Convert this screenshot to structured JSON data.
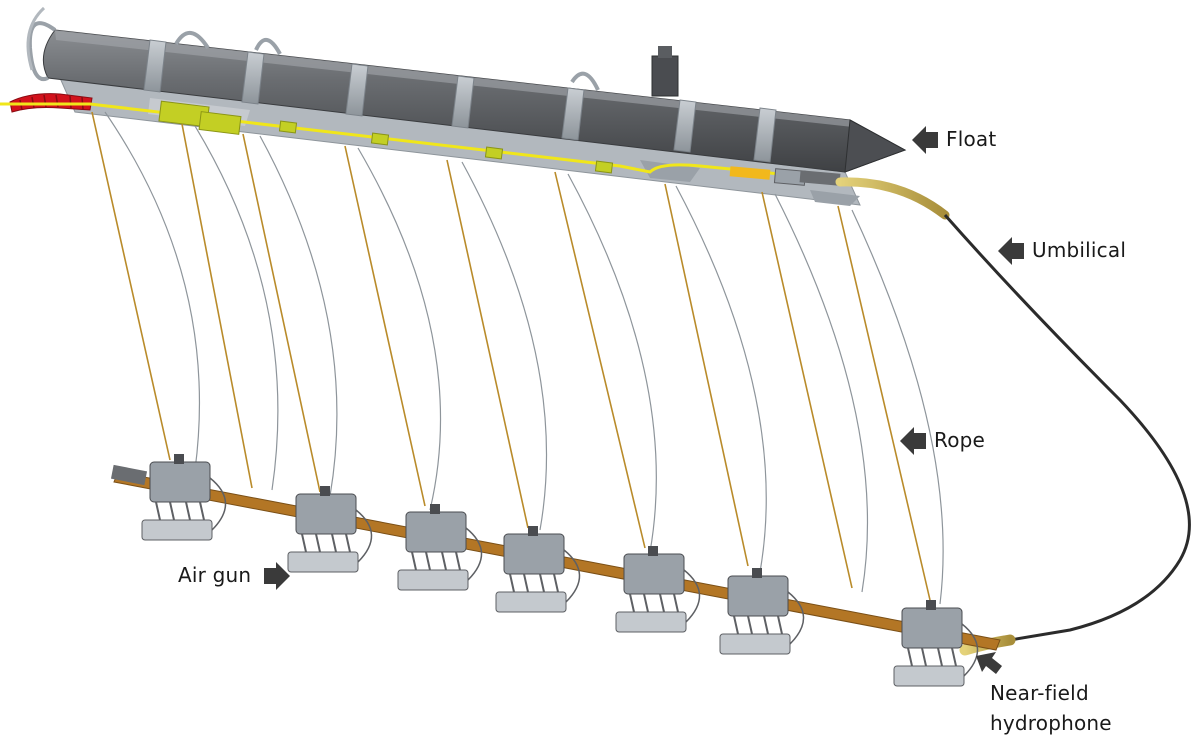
{
  "labels": {
    "float": "Float",
    "umbilical": "Umbilical",
    "rope": "Rope",
    "air_gun": "Air gun",
    "hydrophone_line1": "Near-field",
    "hydrophone_line2": "hydrophone"
  },
  "colors": {
    "float_body": "#5e6064",
    "float_highlight": "#8b8e92",
    "frame": "#a9afb5",
    "yellow_line": "#f0e61a",
    "red_bend": "#d2121c",
    "umbilical": "#2b2b2b",
    "hose_gold": "#c9b25a",
    "rope": "#b98b2a",
    "airgun_bar": "#b37625",
    "gun_metal": "#9aa1a8",
    "arrow": "#3a3a3a"
  },
  "icons": [
    "float-arrow-icon",
    "umbilical-arrow-icon",
    "rope-arrow-icon",
    "air-gun-arrow-icon",
    "hydrophone-arrow-icon"
  ]
}
